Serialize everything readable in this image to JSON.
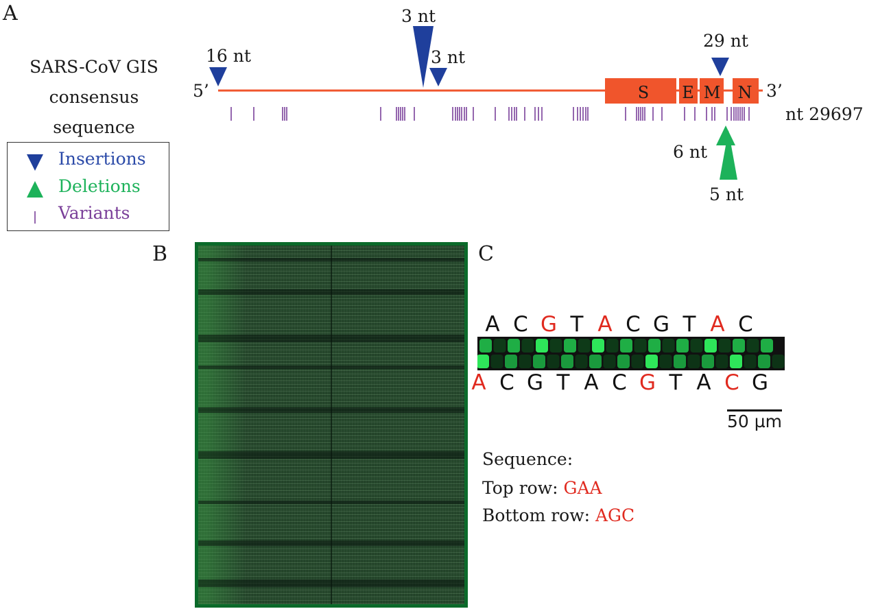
{
  "panelA": {
    "letter": "A",
    "sequence_label": [
      "SARS-CoV GIS",
      "consensus",
      "sequence"
    ],
    "five_prime": "5’",
    "three_prime": "3’",
    "nt_end": "nt 29697",
    "insertions": [
      {
        "label": "16 nt"
      },
      {
        "label": "3 nt"
      },
      {
        "label": "3 nt"
      },
      {
        "label": "29 nt"
      }
    ],
    "deletions": [
      {
        "label": "6 nt"
      },
      {
        "label": "5 nt"
      }
    ],
    "genes": [
      "S",
      "E",
      "M",
      "N"
    ],
    "colors": {
      "genome": "#f0552c",
      "insertion": "#1f3f9c",
      "deletion": "#1db25a",
      "variant": "#7a3f99"
    }
  },
  "legend": {
    "insertions": "Insertions",
    "deletions": "Deletions",
    "variants": "Variants"
  },
  "panelB": {
    "letter": "B"
  },
  "panelC": {
    "letter": "C",
    "top_row": [
      "A",
      "C",
      "G",
      "T",
      "A",
      "C",
      "G",
      "T",
      "A",
      "C"
    ],
    "top_red": [
      false,
      false,
      true,
      false,
      true,
      false,
      false,
      false,
      true,
      false
    ],
    "bottom_row": [
      "A",
      "C",
      "G",
      "T",
      "A",
      "C",
      "G",
      "T",
      "A",
      "C",
      "G"
    ],
    "bottom_red": [
      true,
      false,
      false,
      false,
      false,
      false,
      true,
      false,
      false,
      true,
      false
    ],
    "scale_bar": "50 µm",
    "sequence_heading": "Sequence:",
    "top_row_label": "Top row: ",
    "top_row_seq": "GAA",
    "bottom_row_label": "Bottom row: ",
    "bottom_row_seq": "AGC"
  }
}
